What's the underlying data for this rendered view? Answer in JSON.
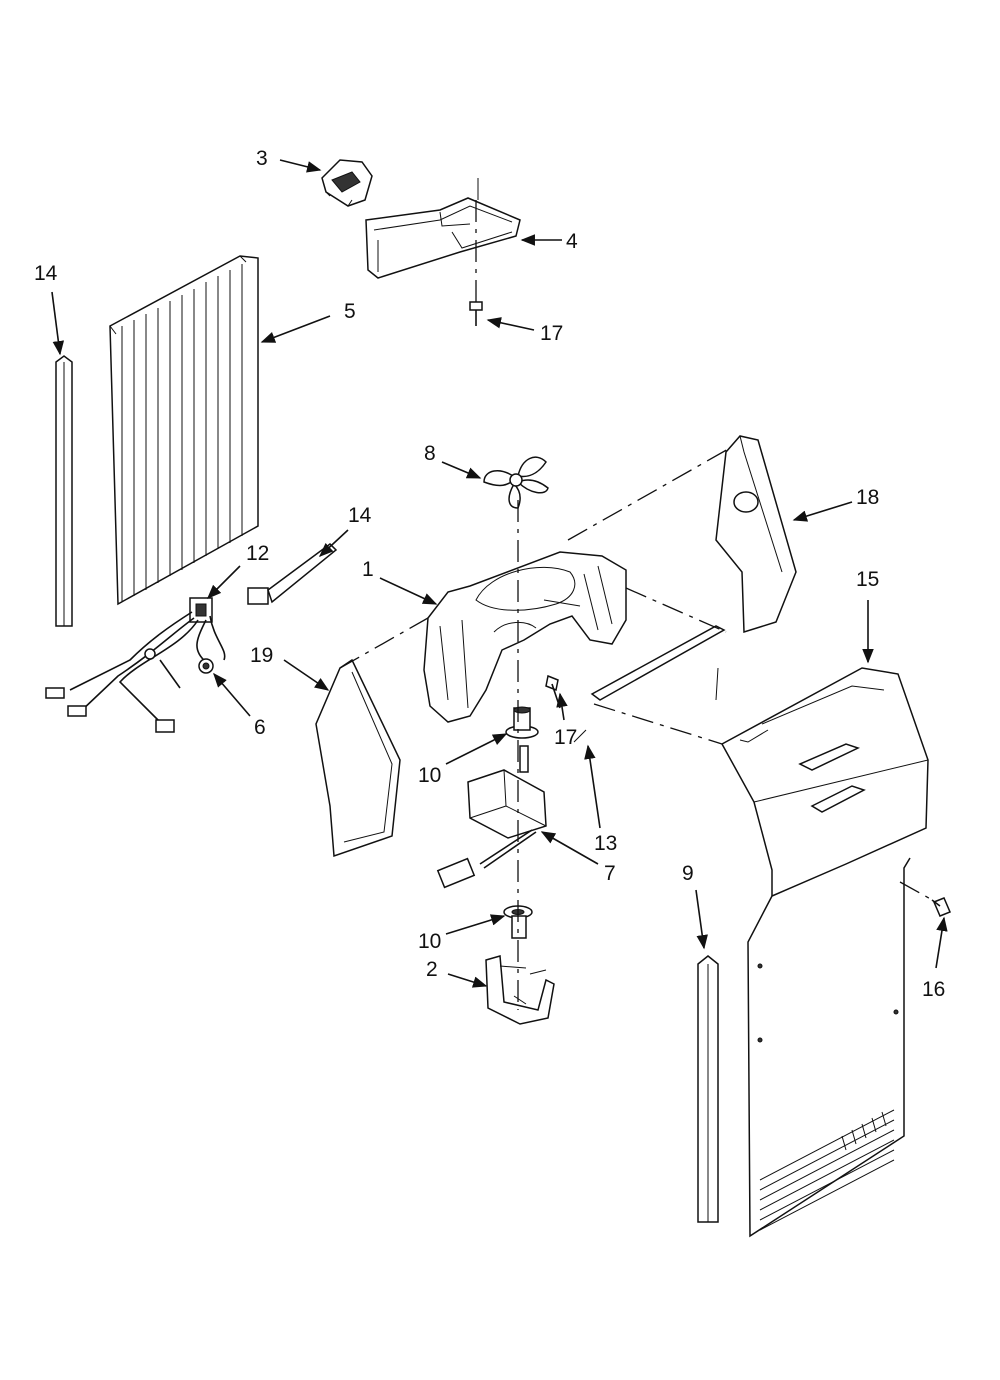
{
  "callouts": {
    "c1": "1",
    "c2": "2",
    "c3": "3",
    "c4": "4",
    "c5": "5",
    "c6": "6",
    "c7": "7",
    "c8": "8",
    "c9": "9",
    "c10a": "10",
    "c10b": "10",
    "c12": "12",
    "c13": "13",
    "c14a": "14",
    "c14b": "14",
    "c15": "15",
    "c16": "16",
    "c17a": "17",
    "c17b": "17",
    "c18": "18",
    "c19": "19"
  }
}
